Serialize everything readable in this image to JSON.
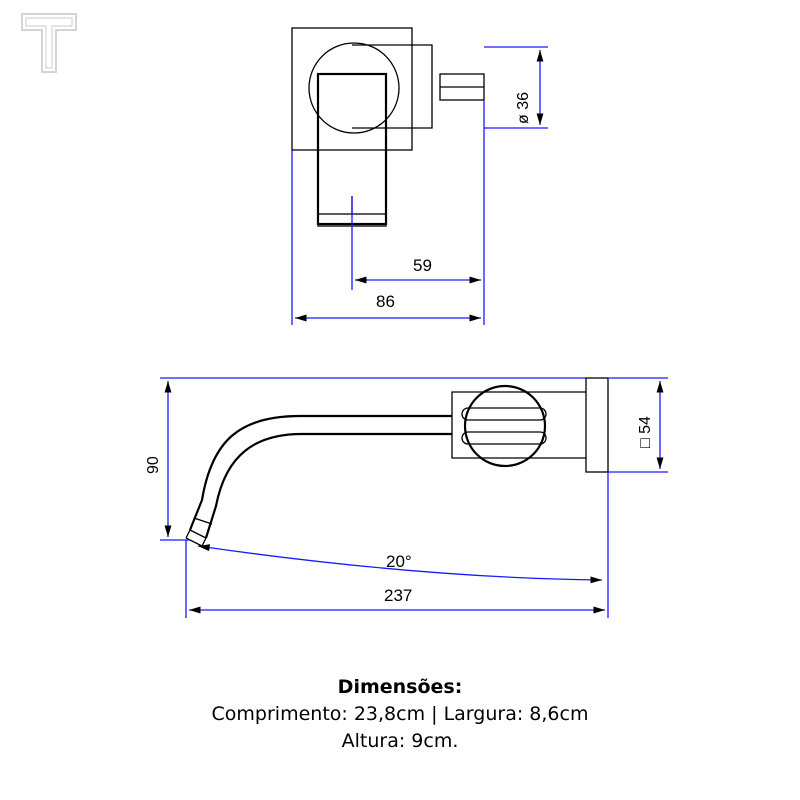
{
  "logo": {
    "letter": "T"
  },
  "top_view": {
    "dim_diameter": "ø 36",
    "dim_59": "59",
    "dim_86": "86"
  },
  "side_view": {
    "dim_height": "90",
    "dim_square": "□ 54",
    "dim_angle": "20°",
    "dim_length": "237"
  },
  "caption": {
    "title": "Dimensões:",
    "line1": "Comprimento: 23,8cm | Largura: 8,6cm",
    "line2": "Altura: 9cm."
  },
  "colors": {
    "dimension_line": "#1a1aff",
    "outline": "#000000"
  }
}
